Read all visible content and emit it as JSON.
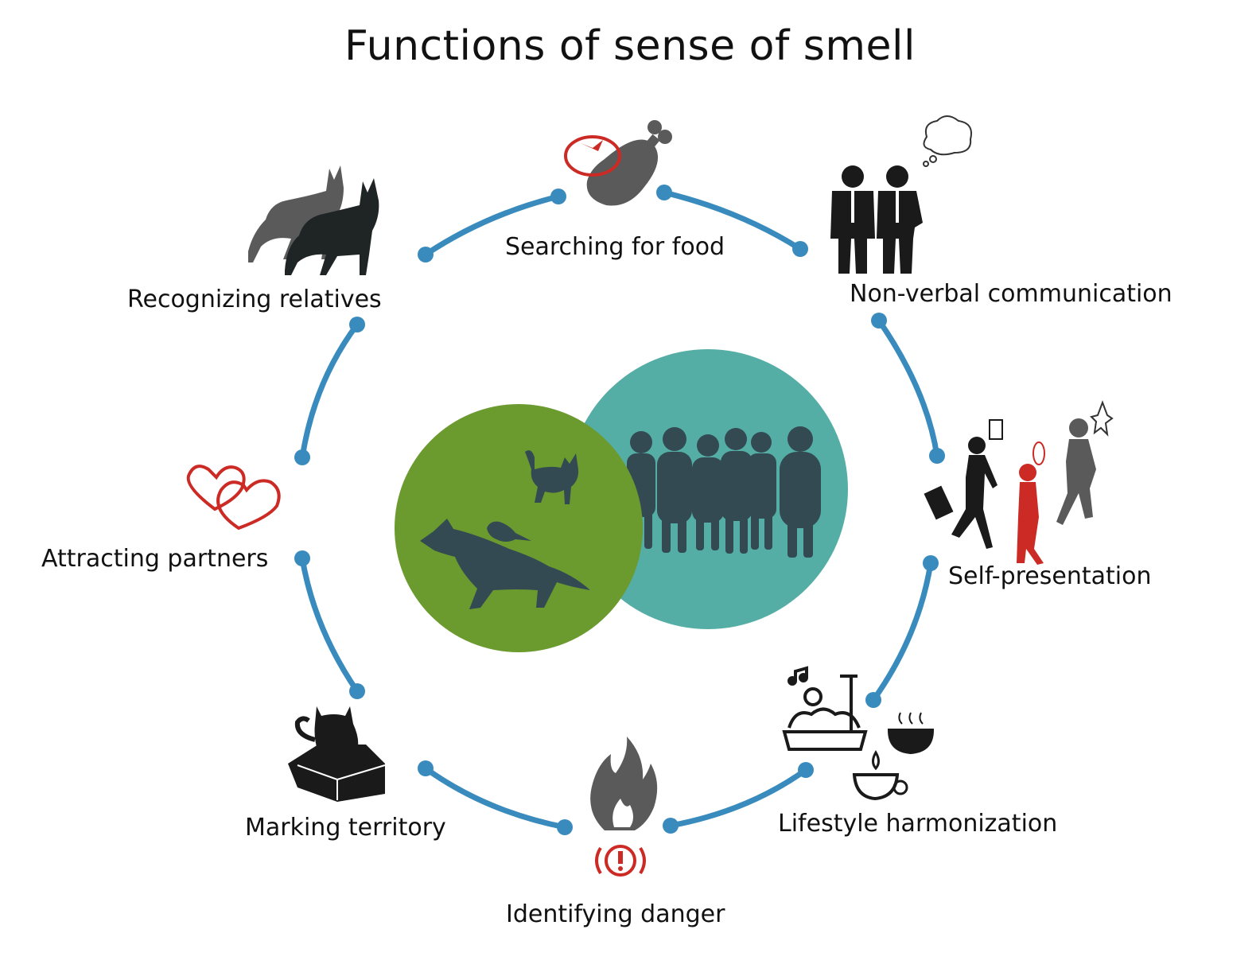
{
  "title": "Functions of sense of smell",
  "functions": [
    {
      "label": "Searching for food",
      "icon": "food-icon"
    },
    {
      "label": "Non-verbal communication",
      "icon": "people-thinking-icon"
    },
    {
      "label": "Self-presentation",
      "icon": "walking-people-perfume-icon"
    },
    {
      "label": "Lifestyle harmonization",
      "icon": "relaxation-icon"
    },
    {
      "label": "Identifying danger",
      "icon": "fire-alarm-icon"
    },
    {
      "label": "Marking territory",
      "icon": "cat-in-box-icon"
    },
    {
      "label": "Attracting partners",
      "icon": "hearts-icon"
    },
    {
      "label": "Recognizing relatives",
      "icon": "dogs-icon"
    }
  ],
  "center": {
    "animals_circle_icon": "animals-icon",
    "humans_circle_icon": "crowd-icon"
  },
  "colors": {
    "ring": "#3a8bbd",
    "animals_circle": "#6b9a2f",
    "humans_circle": "#55aea5",
    "silhouette": "#334a52",
    "accent_red": "#cc2a24",
    "icon_gray": "#5a5a5a",
    "icon_black": "#1a1a1a"
  }
}
